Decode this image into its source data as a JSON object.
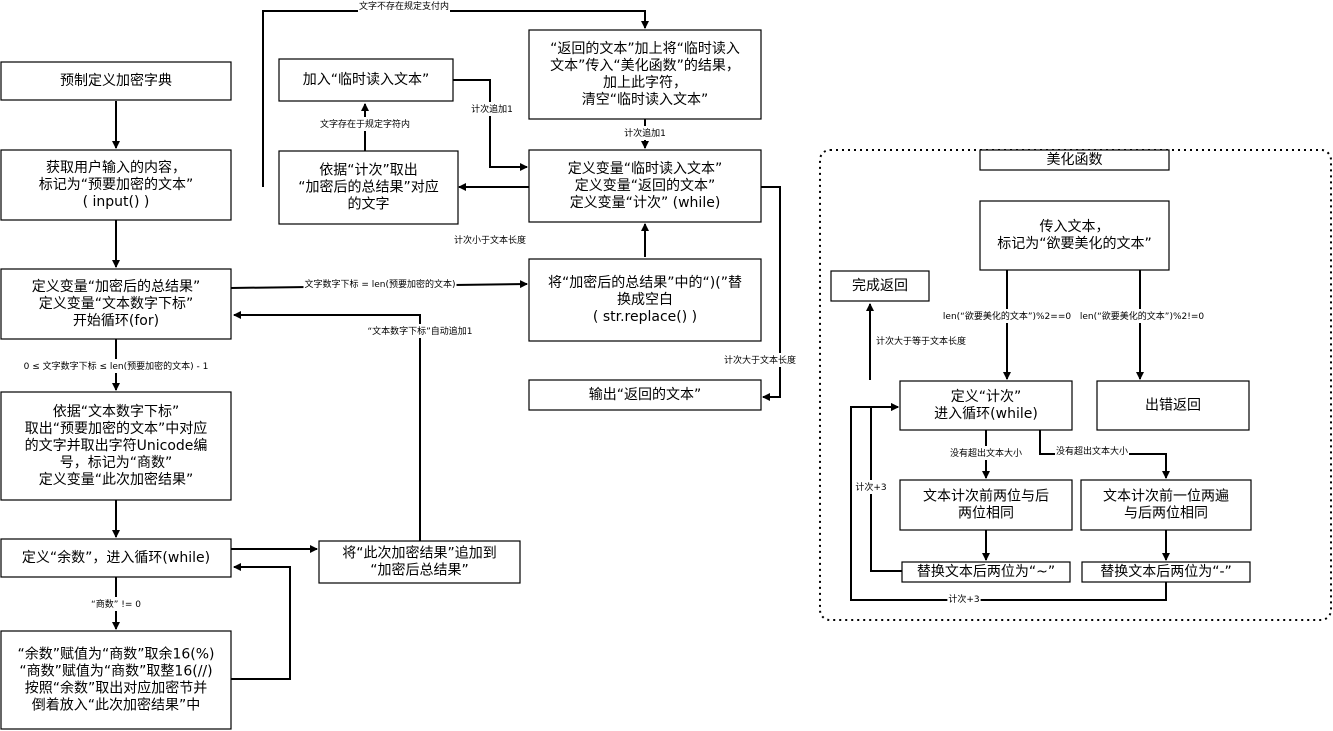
{
  "nodes": {
    "preset_dict": [
      "预制定义加密字典"
    ],
    "get_input": [
      "获取用户输入的内容，",
      "标记为“预要加密的文本”",
      "( input() )"
    ],
    "init_vars": [
      "定义变量“加密后的总结果”",
      "定义变量“文本数字下标”",
      "开始循环(for)"
    ],
    "get_char": [
      "依据“文本数字下标”",
      "取出“预要加密的文本”中对应",
      "的文字并取出字符Unicode编",
      "号，标记为“商数”",
      "定义变量“此次加密结果”"
    ],
    "remainder_loop": [
      "定义“余数”，进入循环(while)"
    ],
    "mod_divide": [
      "“余数”赋值为“商数”取余16(%)",
      "“商数”赋值为“商数”取整16(//)",
      "按照“余数”取出对应加密节并",
      "倒着放入“此次加密结果”中"
    ],
    "append_result": [
      "将“此次加密结果”追加到",
      "“加密后总结果”"
    ],
    "replace_blank": [
      "将“加密后的总结果”中的“)(”替",
      "换成空白",
      "( str.replace() )"
    ],
    "decode_vars": [
      "定义变量“临时读入文本”",
      "定义变量“返回的文本”",
      "定义变量“计次” (while)"
    ],
    "lookup_char": [
      "依据“计次”取出",
      "“加密后的总结果”对应",
      "的文字"
    ],
    "add_temp": [
      "加入“临时读入文本”"
    ],
    "append_return": [
      "“返回的文本”加上将“临时读入",
      "文本”传入“美化函数”的结果，",
      "加上此字符，",
      "清空“临时读入文本”"
    ],
    "output": [
      "输出“返回的文本”"
    ],
    "beautify_title": [
      "美化函数"
    ],
    "beautify_input": [
      "传入文本，",
      "标记为“欲要美化的文本”"
    ],
    "done_return": [
      "完成返回"
    ],
    "count_loop": [
      "定义“计次”",
      "进入循环(while)"
    ],
    "error_return": [
      "出错返回"
    ],
    "same_front_back": [
      "文本计次前两位与后",
      "两位相同"
    ],
    "same_one_two": [
      "文本计次前一位两遍",
      "与后两位相同"
    ],
    "replace_tilde": [
      "替换文本后两位为“~”"
    ],
    "replace_dash": [
      "替换文本后两位为“-”"
    ]
  },
  "edge_labels": {
    "loop_range": "0 ≤ 文字数字下标 ≤ len(预要加密的文本) - 1",
    "quotient_nonzero": "“商数” != 0",
    "index_autoincrement": "“文本数字下标”自动追加1",
    "index_equals_len": "文字数字下标 = len(预要加密的文本)",
    "count_less_len": "计次小于文本长度",
    "count_greater_len": "计次大于文本长度",
    "char_in_range": "文字存在于规定字符内",
    "char_not_in_range": "文字不存在规定支付内",
    "count_plus1_a": "计次追加1",
    "count_plus1_b": "计次追加1",
    "len_even": "len(“欲要美化的文本”)%2==0",
    "len_odd": "len(“欲要美化的文本”)%2!=0",
    "count_ge_len": "计次大于等于文本长度",
    "not_exceed_a": "没有超出文本大小",
    "not_exceed_b": "没有超出文本大小",
    "count_plus3_a": "计次+3",
    "count_plus3_b": "计次+3"
  },
  "colors": {
    "stroke": "#000000",
    "background": "#ffffff"
  }
}
